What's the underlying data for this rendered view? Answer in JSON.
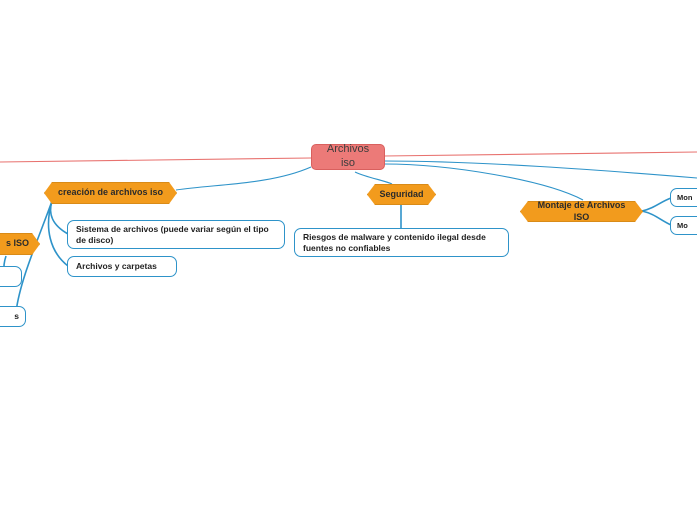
{
  "diagram": {
    "type": "mind-map",
    "background": "#ffffff",
    "colors": {
      "root_fill": "#ec7a78",
      "topic_fill": "#f29b1d",
      "leaf_border": "#2e93c9",
      "edge_blue": "#2e93c9",
      "edge_red": "#e8726f"
    },
    "root": {
      "label": "Archivos iso"
    },
    "topics": [
      {
        "id": "creacion",
        "label": "creación de archivos iso"
      },
      {
        "id": "seguridad",
        "label": "Seguridad"
      },
      {
        "id": "montaje",
        "label": "Montaje de Archivos ISO"
      },
      {
        "id": "clipped_left",
        "label": "s ISO"
      }
    ],
    "leaves": [
      {
        "id": "sistema",
        "label": "Sistema de archivos (puede variar según el tipo de disco)"
      },
      {
        "id": "carpetas",
        "label": "Archivos y carpetas"
      },
      {
        "id": "riesgos",
        "label": "Riesgos de malware y contenido ilegal desde fuentes no confiables"
      },
      {
        "id": "mon1",
        "label": "Mon"
      },
      {
        "id": "mon2",
        "label": "Mo"
      },
      {
        "id": "clip1",
        "label": ""
      },
      {
        "id": "clip2",
        "label": "s"
      }
    ]
  }
}
